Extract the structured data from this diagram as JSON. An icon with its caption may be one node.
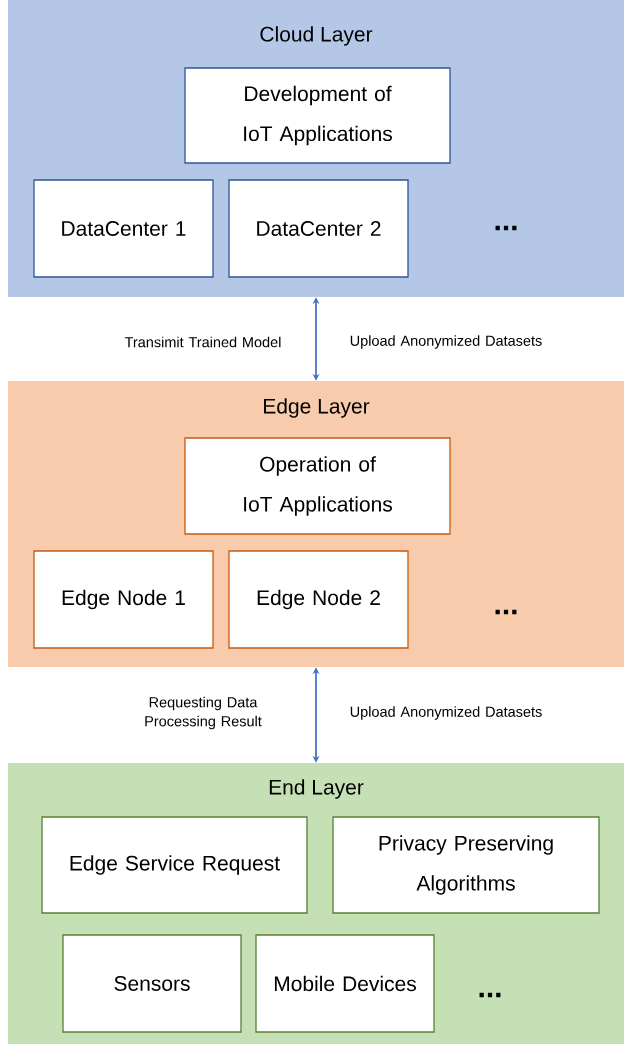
{
  "diagram": {
    "nodes": [
      {
        "text": [
          "Cloud Layer"
        ]
      },
      {
        "text": [
          "Development of IoT Applications"
        ],
        "in": 0
      },
      {
        "text": [
          "DataCenter 1"
        ],
        "in": 0
      },
      {
        "text": [
          "DataCenter 2"
        ],
        "in": 0
      },
      {
        "text": [
          "Edge Layer"
        ]
      },
      {
        "text": [
          "Operation of IoT Applications"
        ],
        "in": 4
      },
      {
        "text": [
          "Edge Node 1"
        ],
        "in": 4
      },
      {
        "text": [
          "Edge Node 2"
        ],
        "in": 4
      },
      {
        "text": [
          "End Layer"
        ]
      },
      {
        "text": [
          "Edge Service Request"
        ],
        "in": 8
      },
      {
        "text": [
          "Privacy Preserving Algorithms"
        ],
        "in": 8
      },
      {
        "text": [
          "Sensors"
        ],
        "in": 8
      },
      {
        "text": [
          "Mobile Devices"
        ],
        "in": 8
      }
    ],
    "edges": [
      {
        "from": 0,
        "to": 4,
        "arrow": "both"
      },
      {
        "from": 4,
        "to": 8,
        "arrow": "both"
      }
    ],
    "labels": [
      "...",
      "Transimit Trained Model",
      "Upload Anonymized Datasets",
      "...",
      "Requesting Data Processing Result",
      "Upload Anonymized Datasets",
      "..."
    ]
  }
}
